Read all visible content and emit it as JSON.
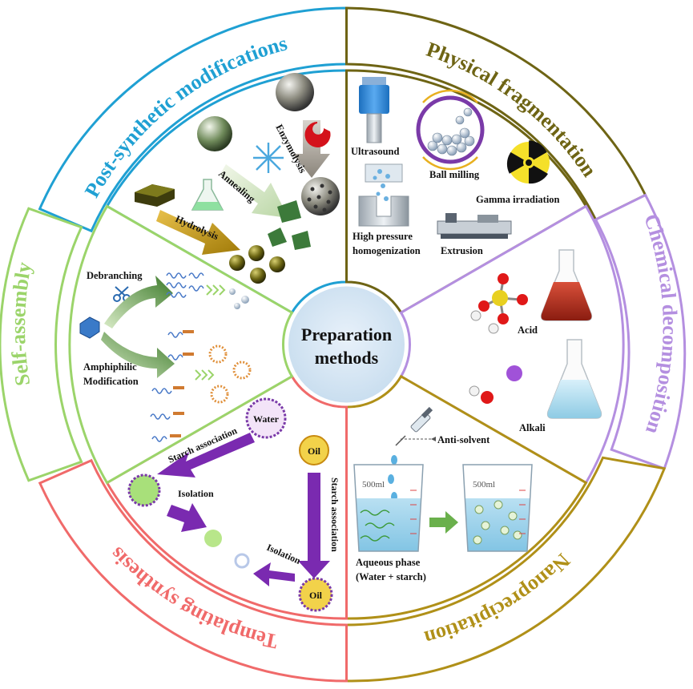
{
  "center": {
    "line1": "Preparation",
    "line2": "methods"
  },
  "sectors": {
    "post_synthetic": {
      "title": "Post-synthetic modifications",
      "color": "#1fa0d3",
      "labels": {
        "enzymolysis": "Enzymolysis",
        "annealing": "Annealing",
        "hydrolysis": "Hydrolysis"
      }
    },
    "physical": {
      "title": "Physical fragmentation",
      "color": "#6e6414",
      "labels": {
        "ultrasound": "Ultrasound",
        "ball_milling": "Ball milling",
        "gamma": "Gamma irradiation",
        "hp1": "High pressure",
        "hp2": "homogenization",
        "extrusion": "Extrusion"
      }
    },
    "chemical": {
      "title": "Chemical decomposition",
      "color": "#b48fe0",
      "labels": {
        "acid": "Acid",
        "alkali": "Alkali"
      }
    },
    "nano": {
      "title": "Nanoprecipitation",
      "color": "#b09018",
      "labels": {
        "anti_solvent": "Anti-solvent",
        "beaker1": "500ml",
        "beaker2": "500ml",
        "aqueous1": "Aqueous phase",
        "aqueous2": "(Water + starch)"
      }
    },
    "templating": {
      "title": "Templating synthesis",
      "color": "#f06a6a",
      "labels": {
        "starch_assoc_1": "Starch association",
        "starch_assoc_2": "Starch association",
        "isolation_1": "Isolation",
        "isolation_2": "Isolation",
        "water": "Water",
        "oil_1": "Oil",
        "oil_2": "Oil"
      }
    },
    "self_assembly": {
      "title": "Self-assembly",
      "color": "#9bd46a",
      "labels": {
        "debranching": "Debranching",
        "amph1": "Amphiphilic",
        "amph2": "Modification"
      }
    }
  }
}
